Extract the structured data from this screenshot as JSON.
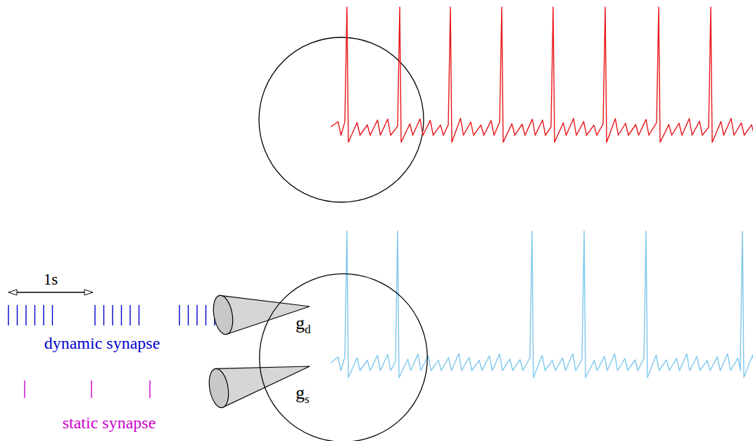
{
  "diagram": {
    "nodes": [
      {
        "text": [
          "gd",
          "gs"
        ]
      }
    ],
    "labels": [
      "1s",
      "dynamic synapse",
      "static synapse"
    ]
  }
}
